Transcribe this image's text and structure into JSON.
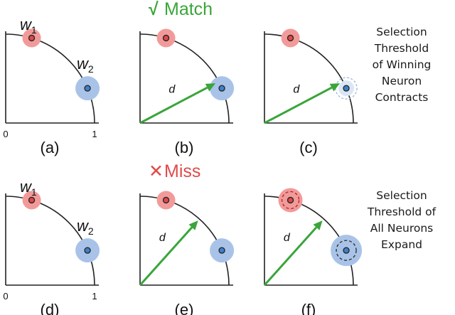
{
  "panels": [
    {
      "id": "a",
      "caption": "(a)",
      "w1_label": "w",
      "w1_sub": "1",
      "w2_label": "w",
      "w2_sub": "2",
      "axis_zero": "0",
      "axis_one": "1",
      "arrow": false,
      "header": null,
      "threshold": "normal"
    },
    {
      "id": "b",
      "caption": "(b)",
      "arrow": true,
      "d_label": "d",
      "header": {
        "mark": "√",
        "text": "Match",
        "color": "#3aa53a"
      },
      "threshold": "normal"
    },
    {
      "id": "c",
      "caption": "(c)",
      "arrow": true,
      "d_label": "d",
      "header": null,
      "threshold": "contract"
    },
    {
      "id": "d",
      "caption": "(d)",
      "w1_label": "w",
      "w1_sub": "1",
      "w2_label": "w",
      "w2_sub": "2",
      "axis_zero": "0",
      "axis_one": "1",
      "arrow": false,
      "header": null,
      "threshold": "normal"
    },
    {
      "id": "e",
      "caption": "(e)",
      "arrow": true,
      "d_label": "d",
      "header": {
        "mark": "✕",
        "text": "Miss",
        "color": "#e04a4a"
      },
      "threshold": "normal"
    },
    {
      "id": "f",
      "caption": "(f)",
      "arrow": true,
      "d_label": "d",
      "header": null,
      "threshold": "expand"
    }
  ],
  "side_labels": {
    "top": [
      "Selection",
      "Threshold",
      "of Winning",
      "Neuron",
      "Contracts"
    ],
    "bottom": [
      "Selection",
      "Threshold of",
      "All Neurons",
      "Expand"
    ]
  },
  "colors": {
    "w1_halo": "#f29a9a",
    "w1_dot": "#d94a4a",
    "w2_halo": "#a9c3e8",
    "w2_dot": "#3f7fc6",
    "arrow": "#3aa53a",
    "axis": "#222222",
    "dashed": "#333333",
    "contract_ring": "#9fb9e0"
  }
}
